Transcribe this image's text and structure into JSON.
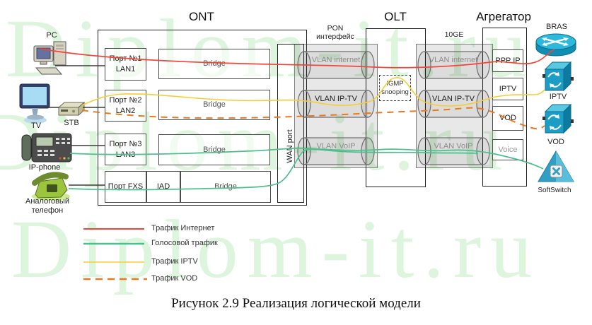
{
  "watermark": {
    "text": "Diplom-it.ru"
  },
  "ont": {
    "title": "ONT",
    "ports": [
      {
        "line1": "Порт №1",
        "line2": "LAN1"
      },
      {
        "line1": "Порт №2",
        "line2": "LAN2"
      },
      {
        "line1": "Порт №3",
        "line2": "LAN3"
      },
      {
        "line1": "Порт FXS",
        "line2": ""
      }
    ],
    "bridge_label": "Bridge",
    "iad_label": "IAD",
    "wan_label": "WAN port"
  },
  "pon": {
    "label_line1": "PON",
    "label_line2": "интерфейс",
    "vlans": [
      "VLAN internet",
      "VLAN IP-TV",
      "VLAN VoIP"
    ]
  },
  "olt": {
    "title": "OLT",
    "igmp_line1": "IGMP",
    "igmp_line2": "snooping",
    "uplink_label": "10GE",
    "vlans": [
      "VLAN internet",
      "VLAN IP-TV",
      "VLAN VoIP"
    ]
  },
  "aggregator": {
    "title": "Агрегатор",
    "services": [
      "PPP IP",
      "IPTV",
      "VOD",
      "Voice"
    ]
  },
  "left_devices": [
    {
      "name": "PC"
    },
    {
      "name": "TV"
    },
    {
      "name": "STB"
    },
    {
      "name": "IP-phone"
    },
    {
      "name": "Аналоговый телефон"
    }
  ],
  "right_devices": [
    {
      "name": "BRAS"
    },
    {
      "name": "IPTV"
    },
    {
      "name": "VOD"
    },
    {
      "name": "SoftSwitch"
    }
  ],
  "legend": {
    "items": [
      {
        "label": "Трафик Интернет",
        "color": "#f2453a"
      },
      {
        "label": "Голосовой трафик",
        "color": "#4ebe8f"
      },
      {
        "label": "Трафик IPTV",
        "color": "#f6cd35"
      },
      {
        "label": "Трафик VOD",
        "color": "#e8791e"
      }
    ]
  },
  "caption": "Рисунок 2.9 Реализация логической модели"
}
